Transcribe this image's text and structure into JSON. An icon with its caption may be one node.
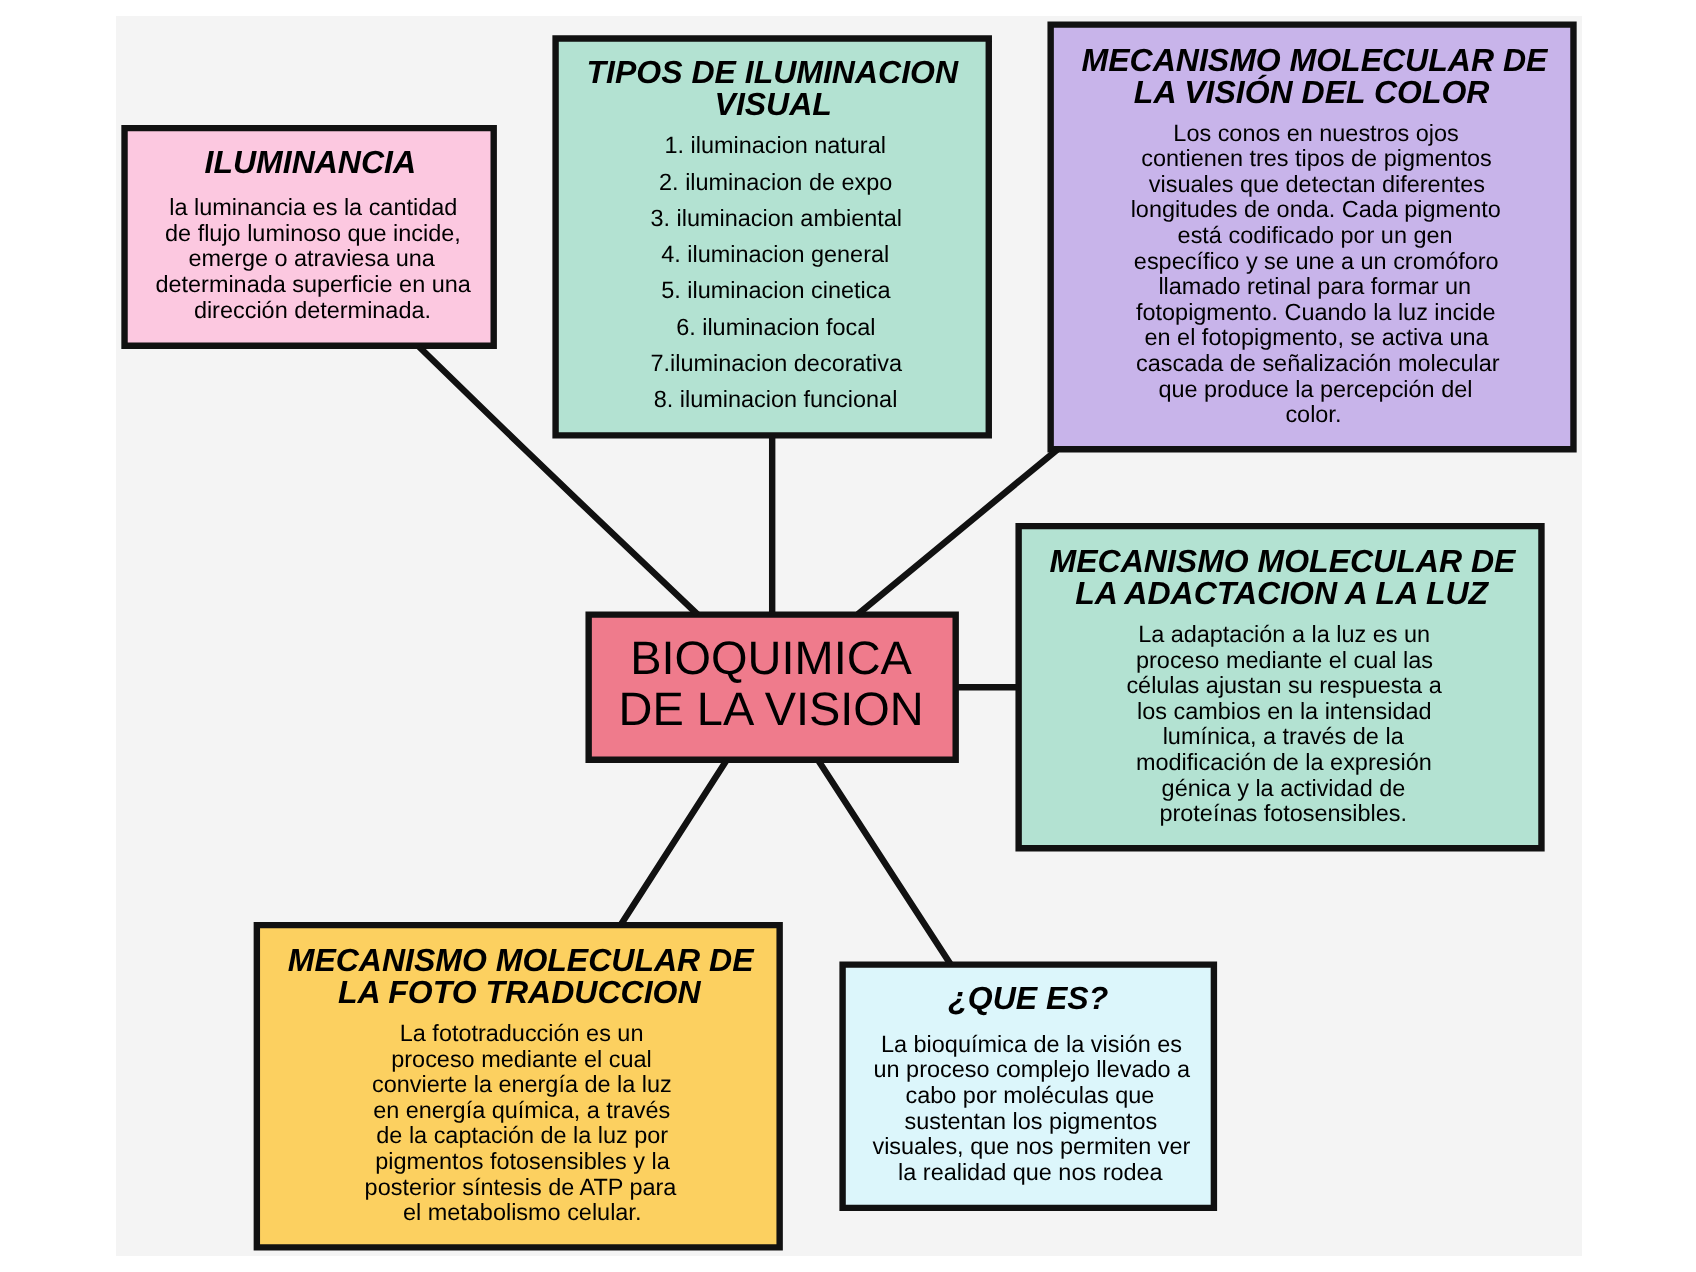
{
  "diagram": {
    "nodes": [
      {
        "text": [
          "ILUMINANCIA",
          "la luminancia es la cantidad de flujo luminoso que incide, emerge o atraviesa una determinada superficie en una dirección determinada."
        ]
      },
      {
        "text": [
          "TIPOS DE ILUMINACION VISUAL",
          "1. iluminacion natural",
          "2. iluminacion de expo",
          "3. iluminacion ambiental",
          "4. iluminacion general",
          "5. iluminacion cinetica",
          "6. iluminacion focal",
          "7.iluminacion decorativa",
          "8. iluminacion funcional"
        ]
      },
      {
        "text": [
          "MECANISMO MOLECULAR DE LA VISIÓN DEL COLOR",
          "Los conos en nuestros ojos contienen tres tipos de pigmentos visuales que detectan diferentes longitudes de onda. Cada pigmento está codificado por un gen específico y se une a un cromóforo llamado retinal para formar un fotopigmento. Cuando la luz incide en el fotopigmento, se activa una cascada de señalización molecular que produce la percepción del color."
        ]
      },
      {
        "text": [
          "BIOQUIMICA DE LA VISION"
        ]
      },
      {
        "text": [
          "MECANISMO MOLECULAR DE LA ADACTACION A LA LUZ",
          "La adaptación a la luz es un proceso mediante el cual las células ajustan su respuesta a los cambios en la intensidad lumínica, a través de la modificación de la expresión génica y la actividad de proteínas fotosensibles."
        ]
      },
      {
        "text": [
          "MECANISMO MOLECULAR DE LA FOTO TRADUCCION",
          "La fototraducción es un proceso mediante el cual convierte la energía de la luz en energía química, a través de la captación de la luz por pigmentos fotosensibles y la posterior síntesis de ATP para el metabolismo celular."
        ]
      },
      {
        "text": [
          "¿QUE ES?",
          "La bioquímica de la visión es un proceso complejo llevado a cabo por moléculas que sustentan los pigmentos visuales, que nos permiten ver la realidad que nos rodea"
        ]
      }
    ],
    "edges": [
      {
        "from": 0,
        "to": 3,
        "arrow": "none"
      },
      {
        "from": 1,
        "to": 3,
        "arrow": "none"
      },
      {
        "from": 2,
        "to": 3,
        "arrow": "none"
      },
      {
        "from": 3,
        "to": 4,
        "arrow": "none"
      },
      {
        "from": 3,
        "to": 5,
        "arrow": "none"
      },
      {
        "from": 3,
        "to": 6,
        "arrow": "none"
      }
    ]
  }
}
